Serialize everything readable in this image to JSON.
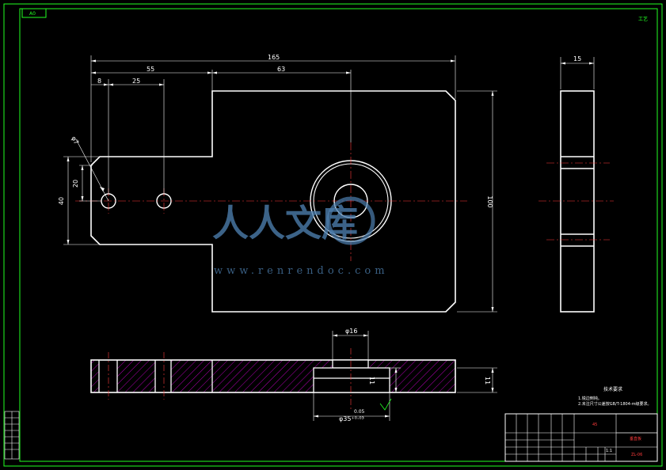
{
  "sheet": {
    "code_box": "A0",
    "corner_mark": "工艺"
  },
  "dimensions": {
    "overall_length": "165",
    "left_segment": "55",
    "right_segment": "63",
    "hole_offset": "8",
    "hole_spacing": "25",
    "hole_dia": "φ7",
    "inner_height": "20",
    "tab_height": "40",
    "height": "100",
    "thickness": "15",
    "bore_dia": "φ16",
    "counterbore_dia": "φ35⁺⁰·⁰³",
    "counterbore_depth": "11",
    "section_thickness": "11",
    "tolerance_note": "0.05"
  },
  "tech_requirements": {
    "title": "技术要求",
    "line1": "1.锐边倒钝。",
    "line2": "2.未注尺寸公差按GB/T-1804-m级要求。"
  },
  "title_block": {
    "part_name": "垂直板",
    "material": "45",
    "drawing_no": "ZL-06",
    "scale": "1:1"
  },
  "watermark": {
    "text": "人人文库",
    "url": "www.renrendoc.com"
  },
  "colors": {
    "background": "#000000",
    "border": "#22ff22",
    "outline": "#ffffff",
    "hatch": "#ff00ff",
    "centerline": "#ff3b3b",
    "watermark": "#4d7faf"
  }
}
